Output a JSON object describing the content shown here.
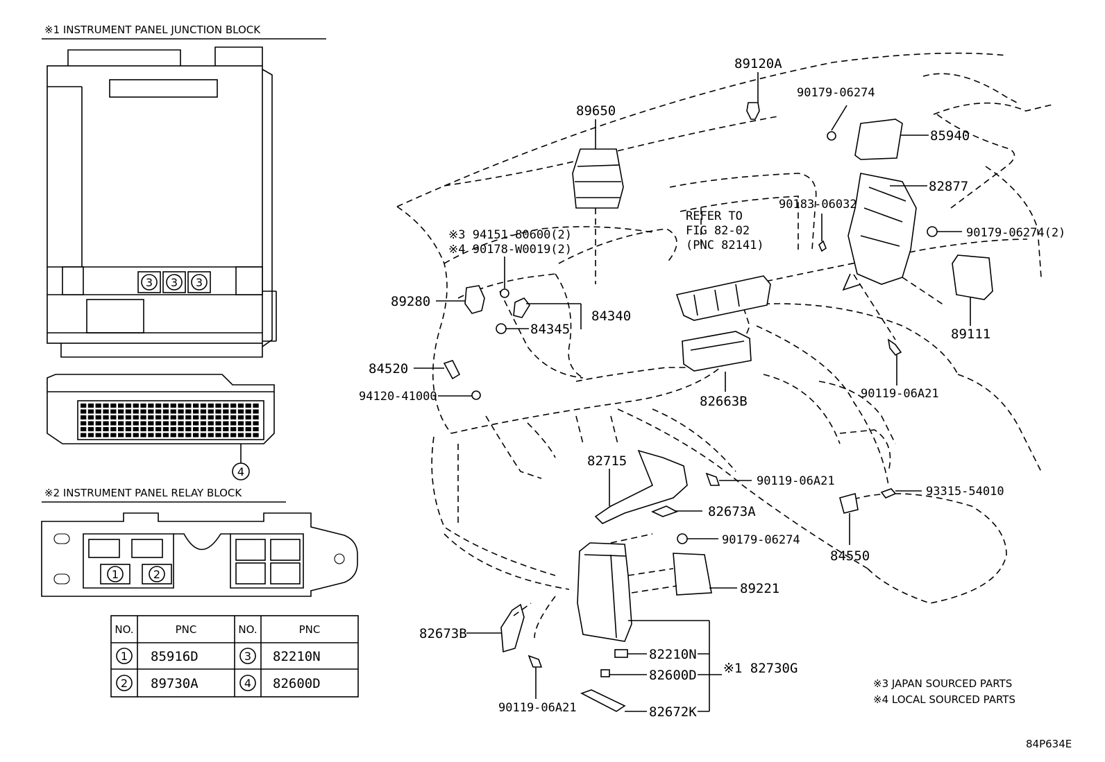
{
  "headers": {
    "junction_block": "※1 INSTRUMENT PANEL JUNCTION BLOCK",
    "relay_block": "※2 INSTRUMENT PANEL RELAY BLOCK"
  },
  "callout_numbers": {
    "jb_3": "3",
    "jb_4": "4",
    "rb_1": "1",
    "rb_2": "2"
  },
  "pnc_table": {
    "header_no": "NO.",
    "header_pnc": "PNC",
    "rows": [
      {
        "no_a": "1",
        "pnc_a": "85916D",
        "no_b": "3",
        "pnc_b": "82210N"
      },
      {
        "no_a": "2",
        "pnc_a": "89730A",
        "no_b": "4",
        "pnc_b": "82600D"
      }
    ]
  },
  "part_labels": {
    "p89120A": "89120A",
    "p90179_06274_top": "90179-06274",
    "p85940": "85940",
    "p89650": "89650",
    "p82877": "82877",
    "p90183_06032": "90183-06032",
    "p90179_06274_2": "90179-06274(2)",
    "refer_1": "REFER TO",
    "refer_2": "FIG 82-02",
    "refer_3": "(PNC 82141)",
    "p94151": "※3 94151-80600(2)",
    "p90178": "※4 90178-W0019(2)",
    "p89280": "89280",
    "p84340": "84340",
    "p84345": "84345",
    "p89111": "89111",
    "p84520": "84520",
    "p94120": "94120-41000",
    "p82663B": "82663B",
    "p90119_06A21_right": "90119-06A21",
    "p82715": "82715",
    "p90119_06A21_mid": "90119-06A21",
    "p93315": "93315-54010",
    "p82673A": "82673A",
    "p90179_06274_low": "90179-06274",
    "p84550": "84550",
    "p89221": "89221",
    "p82673B": "82673B",
    "p82210N": "82210N",
    "p82730G": "※1 82730G",
    "p82600D": "82600D",
    "p82672K": "82672K",
    "p90119_06A21_bottom": "90119-06A21"
  },
  "notes": {
    "japan": "※3 JAPAN SOURCED PARTS",
    "local": "※4 LOCAL SOURCED PARTS"
  },
  "figure_code": "84P634E"
}
